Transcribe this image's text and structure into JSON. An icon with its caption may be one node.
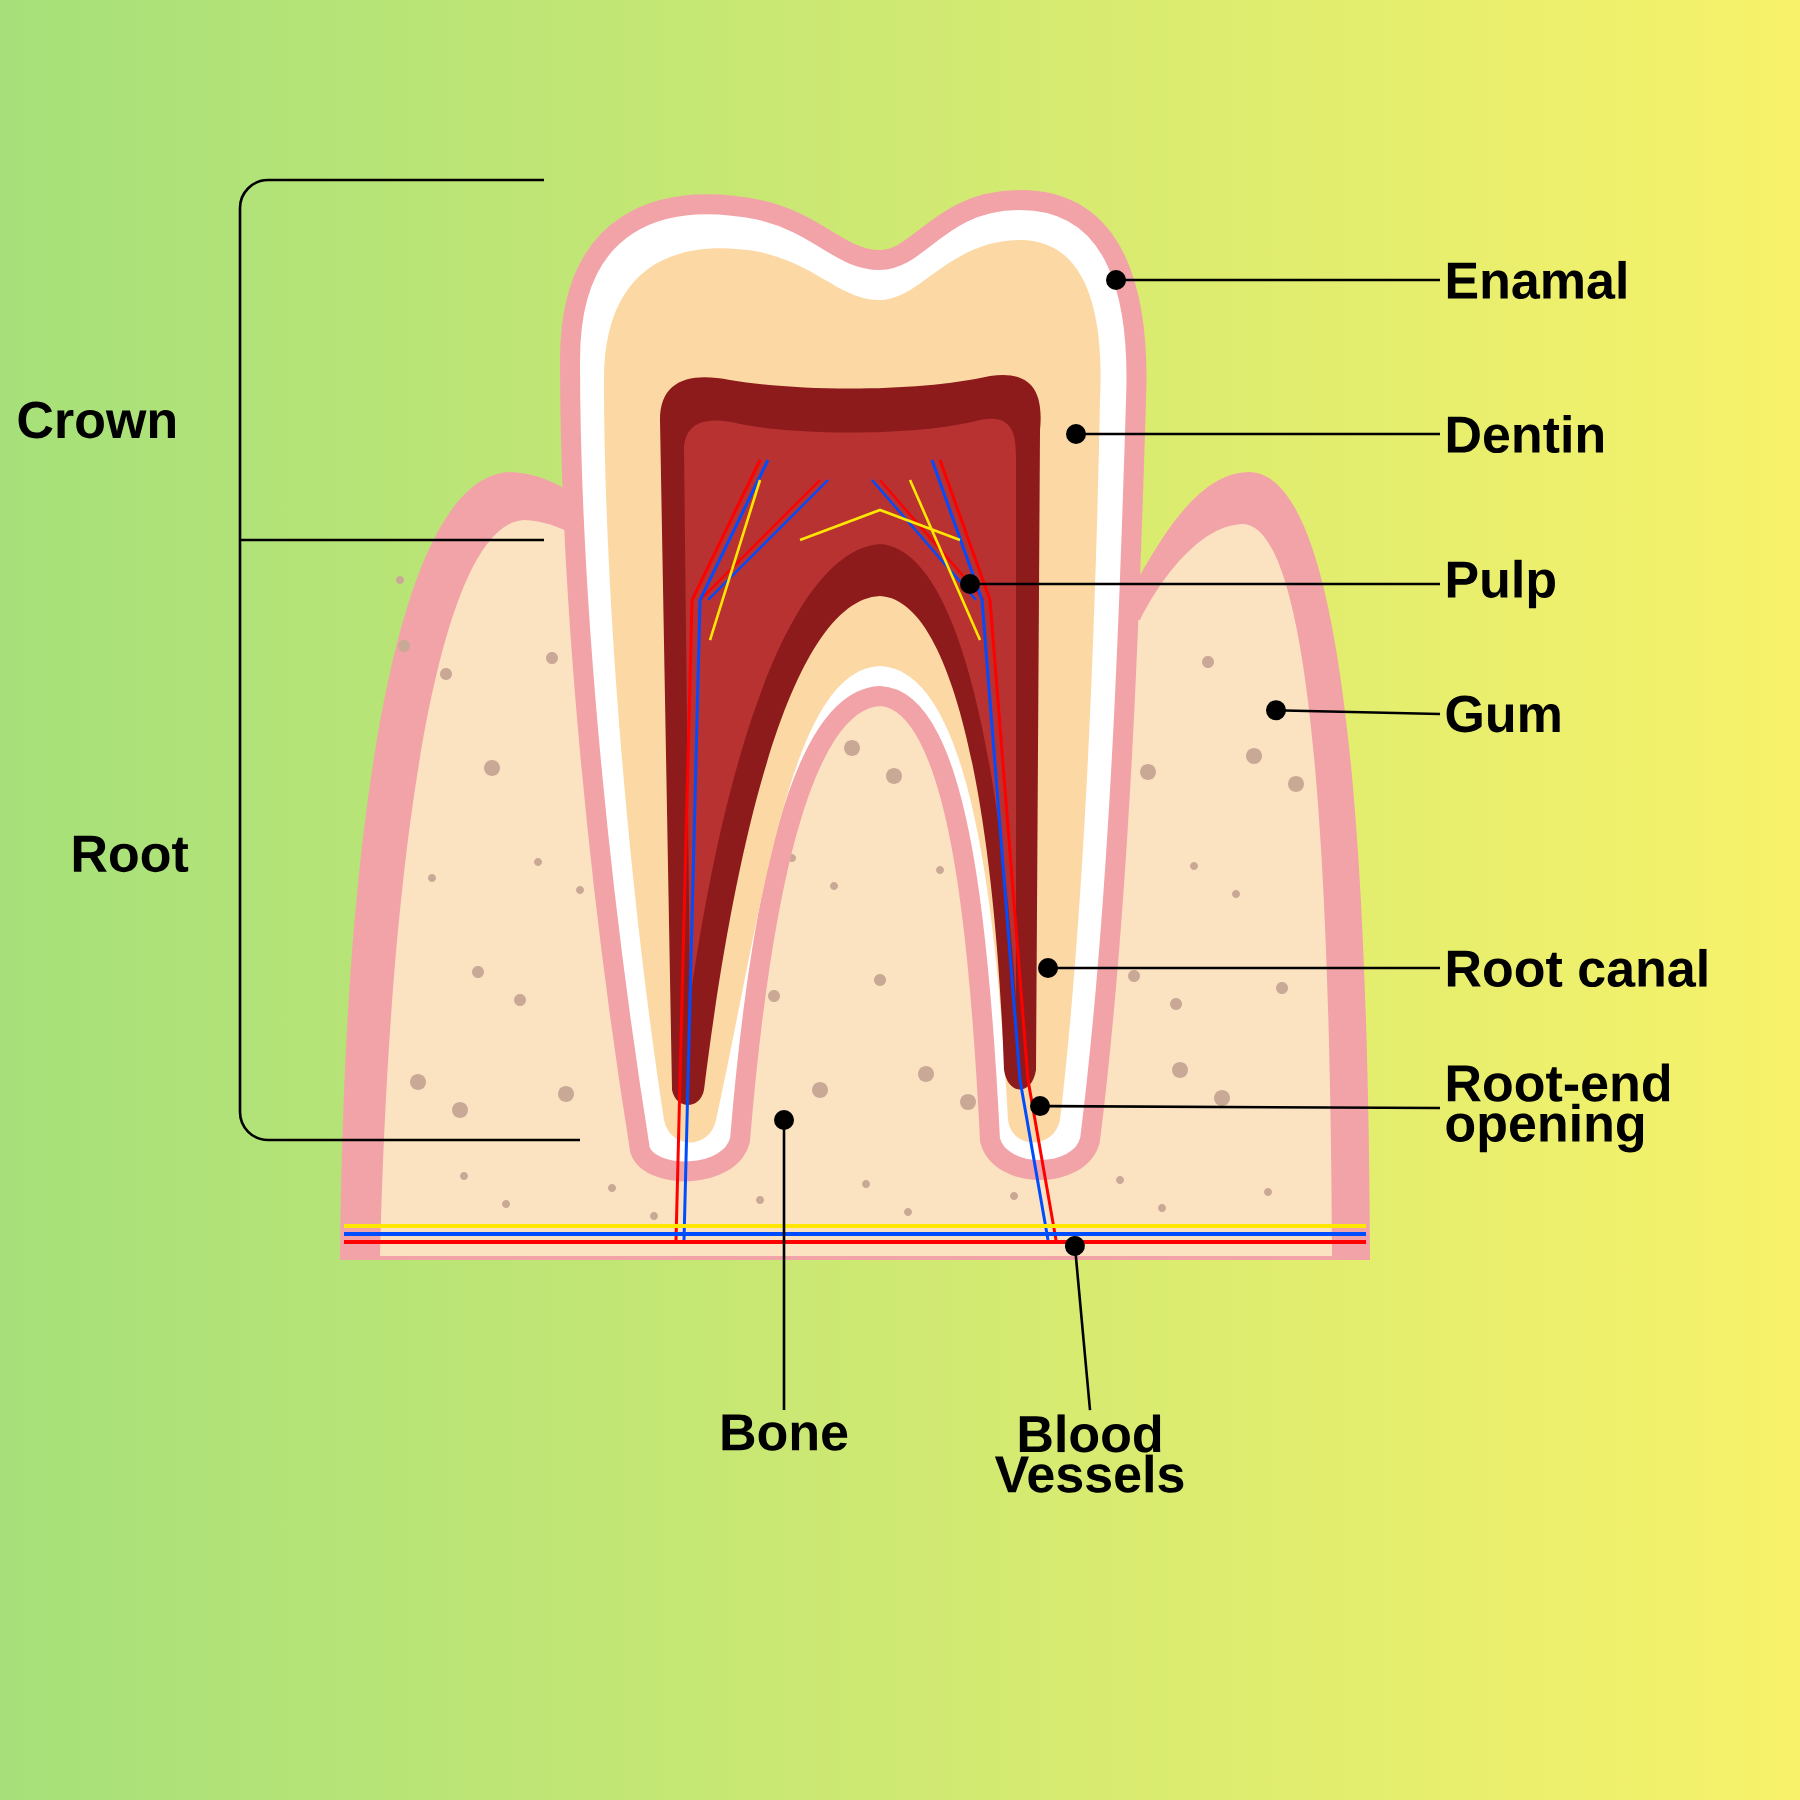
{
  "diagram": {
    "nodes": [
      {
        "text": [
          "Enamal"
        ]
      },
      {
        "text": [
          "Dentin"
        ]
      },
      {
        "text": [
          "Pulp"
        ]
      },
      {
        "text": [
          "Gum"
        ]
      },
      {
        "text": [
          "Root canal"
        ]
      },
      {
        "text": [
          "Root-end opening"
        ]
      },
      {
        "text": [
          "Bone"
        ]
      },
      {
        "text": [
          "Blood Vessels"
        ]
      }
    ],
    "edges": [
      {
        "from": 0,
        "to": null,
        "arrow": "other"
      },
      {
        "from": 1,
        "to": null,
        "arrow": "other"
      },
      {
        "from": 2,
        "to": null,
        "arrow": "other"
      },
      {
        "from": 3,
        "to": null,
        "arrow": "other"
      },
      {
        "from": 4,
        "to": null,
        "arrow": "other"
      },
      {
        "from": 5,
        "to": null,
        "arrow": "other"
      },
      {
        "from": 6,
        "to": null,
        "arrow": "other"
      },
      {
        "from": 7,
        "to": null,
        "arrow": "other"
      }
    ],
    "labels": [
      "Crown",
      "Root"
    ]
  }
}
